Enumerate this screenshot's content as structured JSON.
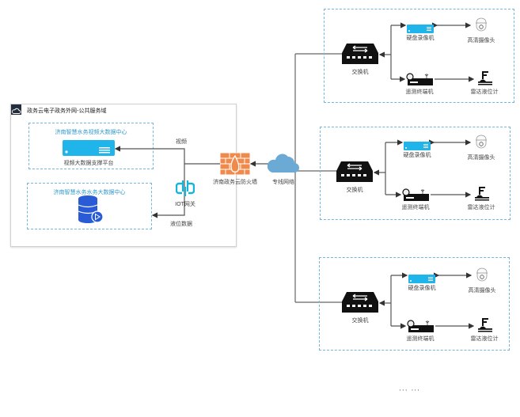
{
  "outer_domain": {
    "title": "政务云电子政务外网-公共服务域",
    "icon": "cloud-icon"
  },
  "centers": {
    "video_center": {
      "title": "济南智慧水务视频大数据中心",
      "device_label": "视频大数据支撑平台"
    },
    "water_center": {
      "title": "济南智慧水务水务大数据中心"
    }
  },
  "links": {
    "video_label": "视频",
    "level_label": "液位数据"
  },
  "iot_gateway": {
    "label": "IOT网关"
  },
  "firewall": {
    "label": "济南政务云防火墙"
  },
  "network": {
    "label": "专线网络"
  },
  "sites": [
    {
      "switch_label": "交换机",
      "nvr_label": "硬盘录像机",
      "camera_label": "高清摄像头",
      "rtu_label": "遥测终端机",
      "radar_label": "雷达液位计"
    },
    {
      "switch_label": "交换机",
      "nvr_label": "硬盘录像机",
      "camera_label": "高清摄像头",
      "rtu_label": "遥测终端机",
      "radar_label": "雷达液位计"
    },
    {
      "switch_label": "交换机",
      "nvr_label": "硬盘录像机",
      "camera_label": "高清摄像头",
      "rtu_label": "遥测终端机",
      "radar_label": "雷达液位计"
    }
  ],
  "ellipsis": "··· ···",
  "colors": {
    "dashed_border": "#74b6e0",
    "nvr_blue": "#1fb5ea",
    "firewall_orange": "#f08a4b",
    "cloud_blue": "#6aaad4",
    "iot_cyan": "#1ab3d8",
    "db_blue": "#2a5bd7",
    "line": "#555555"
  }
}
